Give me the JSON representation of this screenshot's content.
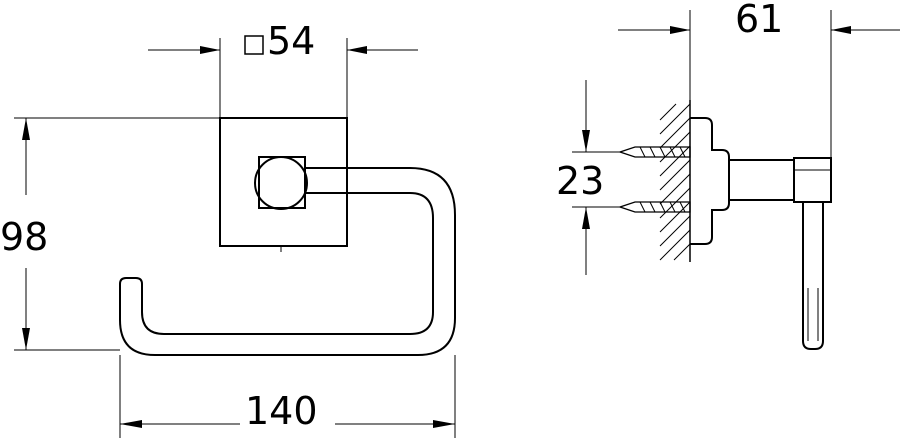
{
  "drawing": {
    "dimensions": {
      "square": {
        "symbol": "□",
        "value": "54"
      },
      "height": "98",
      "width": "140",
      "depth": "61",
      "spacing": "23"
    }
  }
}
